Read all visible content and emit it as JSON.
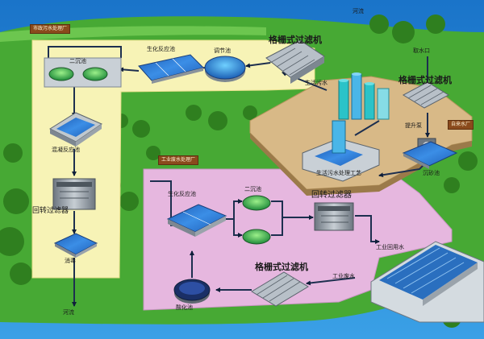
{
  "labels": {
    "river_top": "河流",
    "river_bottom": "河流",
    "sign_city": "市政污水处理厂",
    "sign_industrial": "工业废水处理厂",
    "sign_water": "自来水厂",
    "water_intake": "取水口",
    "grid_top": "格栅式过滤机",
    "grid_right": "格栅式过滤机",
    "grid_bottom": "格栅式过滤机",
    "lift_pump": "提升泵",
    "sand_tank": "沉砂池",
    "domestic_sewage": "生活污水",
    "domestic_treatment": "生活污水处理工艺",
    "regulating_tank": "调节池",
    "bio_tank_top": "生化反应池",
    "bio_tank_bottom": "生化反应池",
    "second_clarifier_top": "二沉池",
    "second_clarifier_bottom": "二沉池",
    "coagulation_tank": "混凝反应池",
    "rotary_filter_left": "回转过滤器",
    "rotary_filter_right": "回转过滤器",
    "disinfection": "消毒",
    "industrial_reuse": "工业回用水",
    "industrial_wastewater": "工业废水",
    "acidification_tank": "酸化池"
  },
  "colors": {
    "sky": "#1f86d6",
    "grass": "#4fb23a",
    "municipal_zone": "#f7f3b6",
    "industrial_zone": "#e5b6de",
    "plant_ground": "#d9b98a",
    "pipe": "#1d2f4f",
    "arrow": "#0f1f3a"
  }
}
